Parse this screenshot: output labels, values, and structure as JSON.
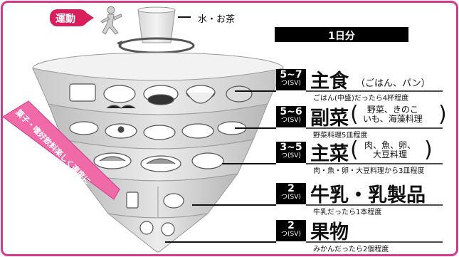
{
  "exercise_label": "運動",
  "water_label": "水・お茶",
  "daily_label": "1日分",
  "snack_note": "菓子・嗜好飲料楽しく適度に",
  "tiers": [
    {
      "servings": "5~7",
      "unit": "つ(SV)",
      "name": "主食",
      "detail": "（ごはん、パン）",
      "note": "ごはん(中盛)だったら4杯程度"
    },
    {
      "servings": "5~6",
      "unit": "つ(SV)",
      "name": "副菜",
      "detail_line1": "野菜、きのこ",
      "detail_line2": "いも、海藻料理",
      "note": "野菜料理5皿程度"
    },
    {
      "servings": "3~5",
      "unit": "つ(SV)",
      "name": "主菜",
      "detail_line1": "肉、魚、卵、",
      "detail_line2": "大豆料理",
      "note": "肉・魚・卵・大豆料理から3皿程度"
    },
    {
      "servings": "2",
      "unit": "つ(SV)",
      "name": "牛乳・乳製品",
      "note": "牛乳だったら1本程度"
    },
    {
      "servings": "2",
      "unit": "つ(SV)",
      "name": "果物",
      "note": "みかんだったら2個程度"
    }
  ],
  "colors": {
    "frame": "#d4388f",
    "exercise_badge": "#d81f5c",
    "banner": "#f06aa8",
    "black": "#000000"
  }
}
